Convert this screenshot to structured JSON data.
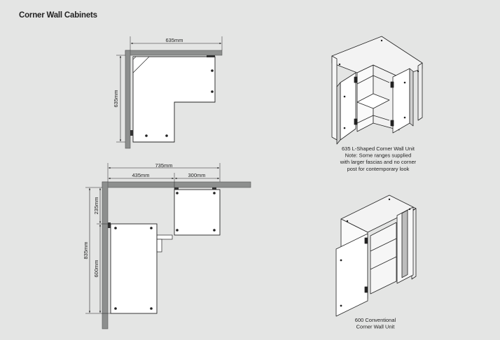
{
  "title": "Corner Wall Cabinets",
  "plan_top": {
    "width_dim": "635mm",
    "depth_dim": "635mm"
  },
  "plan_bottom": {
    "overall_width_dim": "735mm",
    "left_width_dim": "435mm",
    "right_width_dim": "300mm",
    "upper_depth_dim": "235mm",
    "overall_depth_dim": "835mm",
    "lower_depth_dim": "600mm"
  },
  "lshaped_unit": {
    "caption_lines": [
      "635 L-Shaped Corner Wall Unit",
      "Note: Some ranges supplied",
      "with larger fascias and no corner",
      "post for contemporary look"
    ]
  },
  "conventional_unit": {
    "caption_lines": [
      "600 Conventional",
      "Corner Wall Unit"
    ]
  }
}
